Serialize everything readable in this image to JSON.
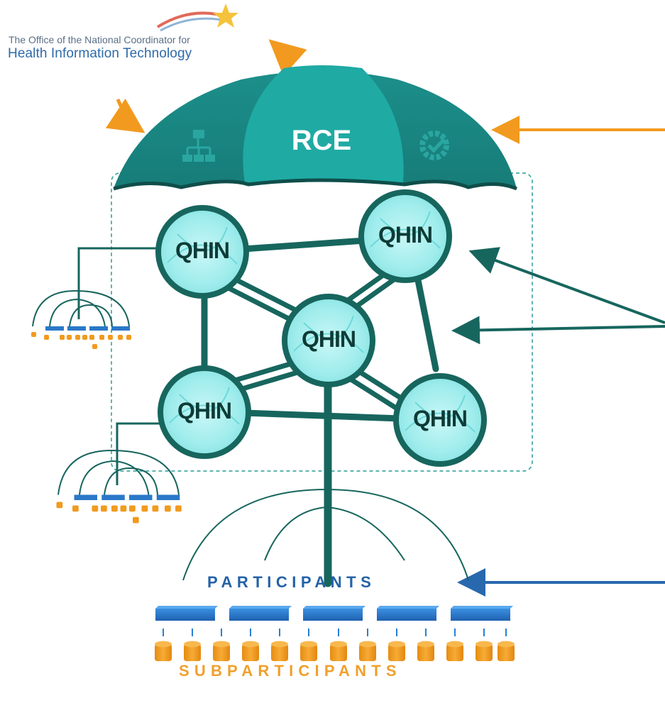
{
  "logo": {
    "line1": "The Office of the National Coordinator for",
    "line2": "Health Information Technology"
  },
  "umbrella": {
    "label": "RCE",
    "icons": [
      "org-chart-icon",
      "gear-check-icon"
    ]
  },
  "nodes": {
    "top_left": "QHIN",
    "top_right": "QHIN",
    "center": "QHIN",
    "bottom_left": "QHIN",
    "bottom_right": "QHIN"
  },
  "labels": {
    "participants": "PARTICIPANTS",
    "subparticipants": "SUBPARTICIPANTS"
  },
  "colors": {
    "teal_dark": "#1a7f7b",
    "teal": "#22a49f",
    "node_fill": "#a6eeee",
    "line": "#17665e",
    "orange": "#f29a1f",
    "blue": "#2868ae"
  }
}
